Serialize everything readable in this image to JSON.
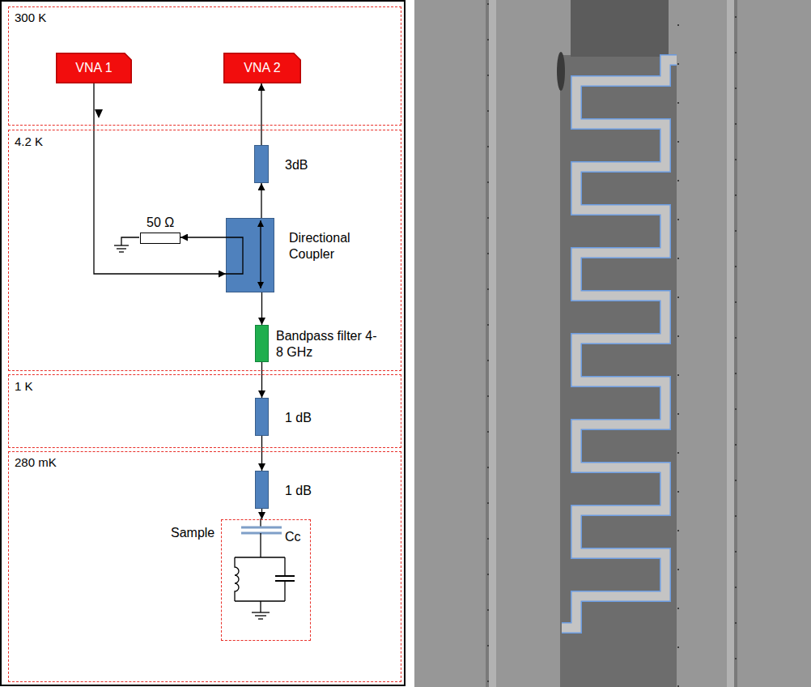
{
  "diagram": {
    "nodes": [
      {
        "text": [
          "300 K"
        ]
      },
      {
        "text": [
          "VNA 1"
        ],
        "in": 0
      },
      {
        "text": [
          "VNA 2"
        ],
        "in": 0
      },
      {
        "text": [
          "4.2 K"
        ]
      },
      {
        "text": [
          "3dB"
        ],
        "in": 3
      },
      {
        "text": [
          "50 Ω"
        ],
        "in": 3
      },
      {
        "text": [
          "Directional Coupler"
        ],
        "in": 3
      },
      {
        "text": [
          "Bandpass filter 4-8 GHz"
        ],
        "in": 3
      },
      {
        "text": [
          "1 K"
        ]
      },
      {
        "text": [
          "1 dB"
        ],
        "in": 8
      },
      {
        "text": [
          "280 mK"
        ]
      },
      {
        "text": [
          "1 dB"
        ],
        "in": 10
      },
      {
        "text": [
          "Sample"
        ],
        "in": 10
      }
    ],
    "edges": [
      {
        "from": 1,
        "to": 6,
        "arrow": "to"
      },
      {
        "from": 6,
        "to": 5,
        "arrow": "to"
      },
      {
        "from": 6,
        "to": 4,
        "arrow": "to"
      },
      {
        "from": 4,
        "to": 2,
        "arrow": "to"
      },
      {
        "from": 6,
        "to": 7,
        "arrow": "to"
      },
      {
        "from": 7,
        "to": 9,
        "arrow": "to"
      },
      {
        "from": 9,
        "to": 11,
        "arrow": "to"
      },
      {
        "from": 11,
        "to": 12,
        "arrow": "to"
      }
    ],
    "labels": [
      "Cc"
    ]
  }
}
